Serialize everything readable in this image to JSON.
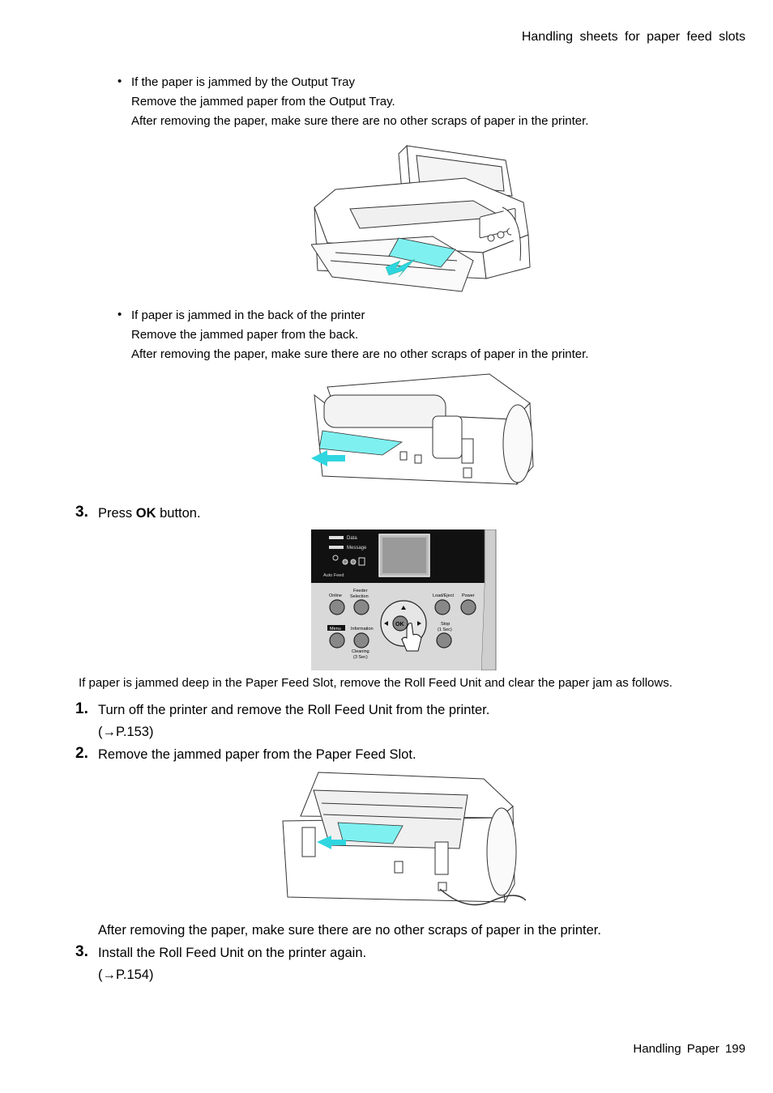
{
  "header": {
    "title": "Handling sheets for paper feed slots"
  },
  "bullets": [
    {
      "title": "If the paper is jammed by the Output Tray",
      "lines": [
        "Remove the jammed paper from the Output Tray.",
        "After removing the paper, make sure there are no other scraps of paper in the printer."
      ]
    },
    {
      "title": "If paper is jammed in the back of the printer",
      "lines": [
        "Remove the jammed paper from the back.",
        "After removing the paper, make sure there are no other scraps of paper in the printer."
      ]
    }
  ],
  "bullet_marker": "•",
  "step3_press": {
    "number": "3.",
    "prefix": "Press ",
    "bold": "OK",
    "suffix": " button."
  },
  "control_panel": {
    "data": "Data",
    "message": "Message",
    "auto_feed": "Auto Feed",
    "online": "Online",
    "feeder_selection_1": "Feeder",
    "feeder_selection_2": "Selection",
    "load_eject": "Load/Eject",
    "power": "Power",
    "menu": "Menu",
    "information": "Information",
    "stop_1": "Stop",
    "stop_2": "(1 Sec)",
    "cleaning_1": "Cleaning",
    "cleaning_2": "(3 Sec)",
    "ok": "OK"
  },
  "intro": "If paper is jammed deep in the Paper Feed Slot, remove the Roll Feed Unit and clear the paper jam as follows.",
  "steps": [
    {
      "number": "1.",
      "text": "Turn off the printer and remove the Roll Feed Unit from the printer.",
      "ref": "(→P.153)"
    },
    {
      "number": "2.",
      "text": "Remove the jammed paper from the Paper Feed Slot."
    },
    {
      "number": "3.",
      "text": "Install the Roll Feed Unit on the printer again.",
      "ref": "(→P.154)"
    }
  ],
  "after_note": "After removing the paper, make sure there are no other scraps of paper in the printer.",
  "footer": {
    "section": "Handling Paper",
    "page": "199"
  },
  "colors": {
    "paper_jam": "#7ff0f0",
    "panel_dark": "#111111",
    "panel_light": "#d9d9d9"
  }
}
